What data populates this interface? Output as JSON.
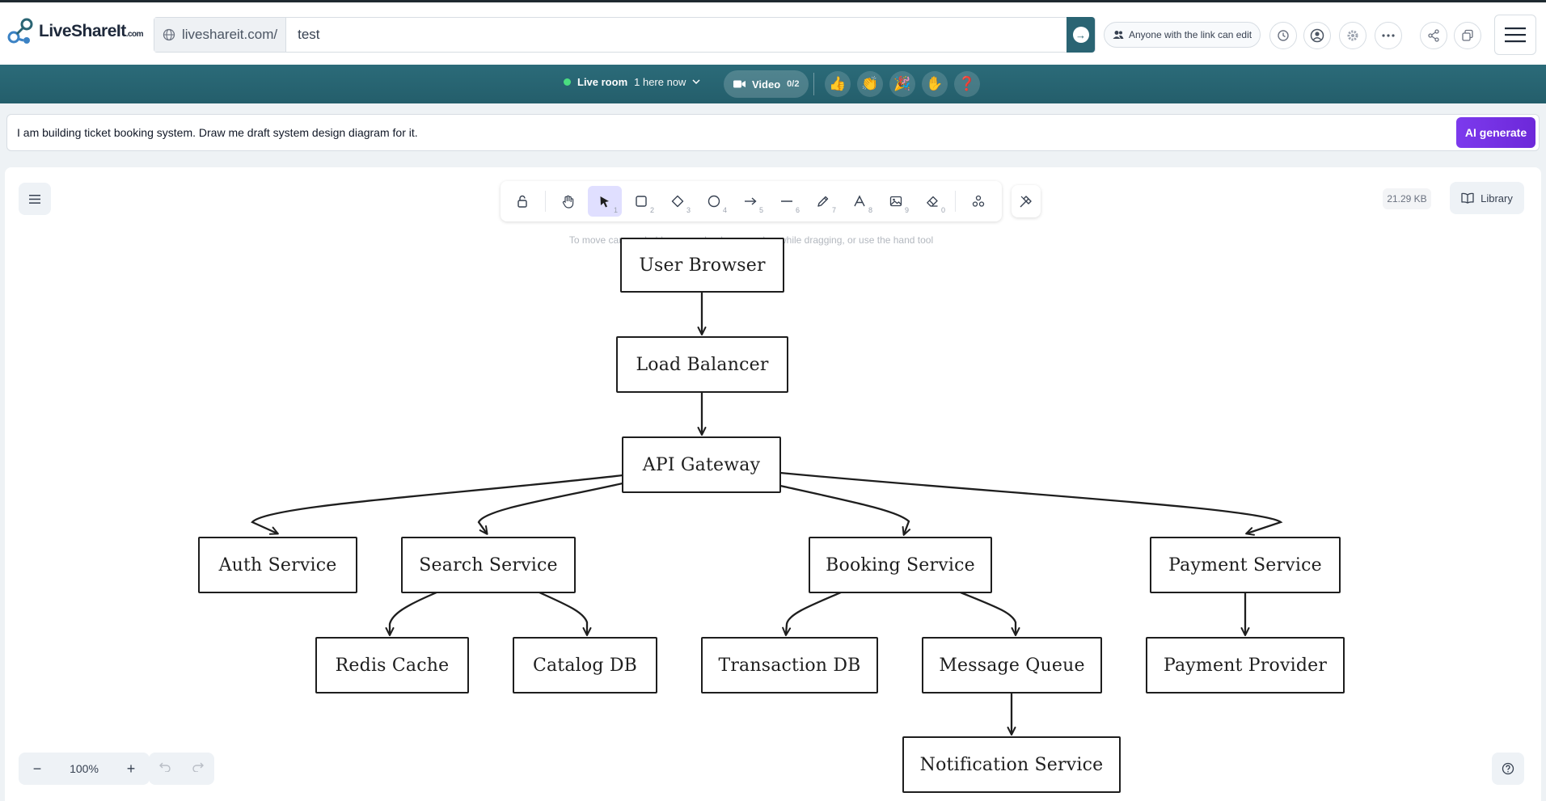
{
  "brand": {
    "name": "LiveShareIt",
    "suffix": ".com",
    "accent": "#2a6473",
    "logo_icon": "share-network-logo-icon"
  },
  "address_bar": {
    "prefix": "liveshareit.com/",
    "room_value": "test",
    "globe_icon": "globe-icon",
    "go_icon": "arrow-right-circle-icon"
  },
  "header": {
    "access_label": "Anyone with the link can edit",
    "icons": [
      "history-icon",
      "user-circle-icon",
      "gear-icon",
      "more-horizontal-icon",
      "share-icon",
      "copy-icon",
      "hamburger-menu-icon"
    ]
  },
  "live_bar": {
    "label": "Live room",
    "count_text": "1 here now",
    "video_label": "Video",
    "video_count": "0/2",
    "reactions": [
      "👍",
      "👏",
      "🎉",
      "✋",
      "❓"
    ],
    "bg_color": "#2b6b79"
  },
  "prompt": {
    "value": "I am building ticket booking system. Draw me draft system design diagram for it.",
    "button_label": "AI generate",
    "button_color": "#7c3aed"
  },
  "toolbar": {
    "tools": [
      {
        "icon": "lock-icon",
        "key": ""
      },
      {
        "icon": "hand-icon",
        "key": ""
      },
      {
        "icon": "pointer-icon",
        "key": "1"
      },
      {
        "icon": "rectangle-icon",
        "key": "2"
      },
      {
        "icon": "diamond-icon",
        "key": "3"
      },
      {
        "icon": "ellipse-icon",
        "key": "4"
      },
      {
        "icon": "arrow-icon",
        "key": "5"
      },
      {
        "icon": "line-icon",
        "key": "6"
      },
      {
        "icon": "pencil-icon",
        "key": "7"
      },
      {
        "icon": "text-icon",
        "key": "8"
      },
      {
        "icon": "image-icon",
        "key": "9"
      },
      {
        "icon": "eraser-icon",
        "key": "0"
      },
      {
        "icon": "shapes-icon",
        "key": ""
      }
    ],
    "active_tool": "pointer-icon",
    "hint": "To move canvas, hold mouse wheel or spacebar while dragging, or use the hand tool",
    "extra_icon": "laser-pointer-icon"
  },
  "canvas_info": {
    "size": "21.29 KB",
    "library_label": "Library",
    "library_icon": "book-open-icon"
  },
  "diagram": {
    "nodes": {
      "user_browser": "User Browser",
      "load_balancer": "Load Balancer",
      "api_gateway": "API Gateway",
      "auth_service": "Auth Service",
      "search_service": "Search Service",
      "booking_service": "Booking Service",
      "payment_service": "Payment Service",
      "redis_cache": "Redis Cache",
      "catalog_db": "Catalog DB",
      "transaction_db": "Transaction DB",
      "message_queue": "Message Queue",
      "payment_provider": "Payment Provider",
      "notification_service": "Notification Service"
    }
  },
  "footer": {
    "zoom": "100%",
    "zoom_out": "−",
    "zoom_in": "+",
    "undo_icon": "undo-icon",
    "redo_icon": "redo-icon",
    "help_icon": "help-circle-icon"
  }
}
